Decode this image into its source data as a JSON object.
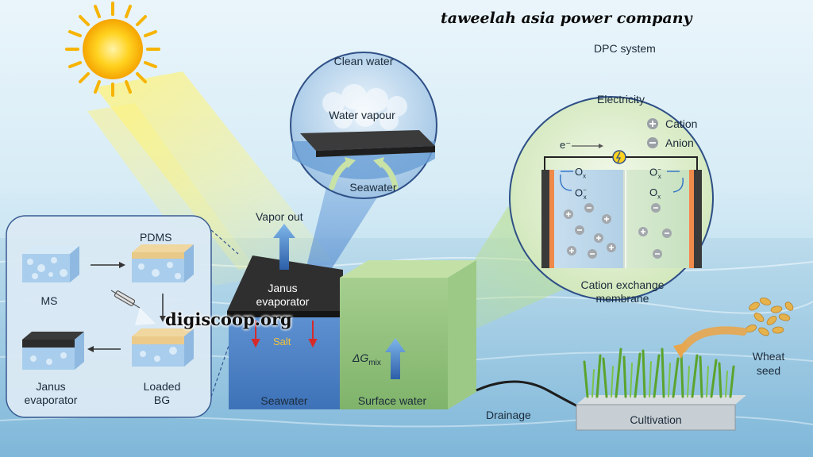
{
  "header": {
    "brand": "taweelah asia power company",
    "system_title": "DPC system"
  },
  "watermark": "digiscoop.org",
  "inset": {
    "ms": "MS",
    "pdms": "PDMS",
    "janus_evaporator": [
      "Janus",
      "evaporator"
    ],
    "loaded_bg": [
      "Loaded",
      "BG"
    ]
  },
  "evaporation": {
    "clean_water": "Clean water",
    "water_vapour": "Water vapour",
    "seawater": "Seawater"
  },
  "device": {
    "vapor_out": "Vapor out",
    "janus_evaporator": [
      "Janus",
      "evaporator"
    ],
    "salt": "Salt",
    "delta_g_symbol": "ΔG",
    "delta_g_subscript": "mix",
    "seawater": "Seawater",
    "surface_water": "Surface water"
  },
  "dpc": {
    "electricity": "Electricity",
    "cation": "Cation",
    "anion": "Anion",
    "electron": "e⁻",
    "ox": "O",
    "ox_sub": "x",
    "ox_minus_sup": "−",
    "membrane": [
      "Cation exchange",
      "membrane"
    ]
  },
  "farm": {
    "drainage": "Drainage",
    "cultivation": "Cultivation",
    "wheat_seed": [
      "Wheat",
      "seed"
    ]
  },
  "colors": {
    "sun": "#ffcf1f",
    "seawater_tank": "#4a7fc4",
    "surface_tank": "#8fbf7a",
    "evaporator": "#2b2b2b",
    "membrane_orange": "#f08a4b",
    "cone_green": "#bfe38f",
    "grass": "#5aa42c"
  }
}
